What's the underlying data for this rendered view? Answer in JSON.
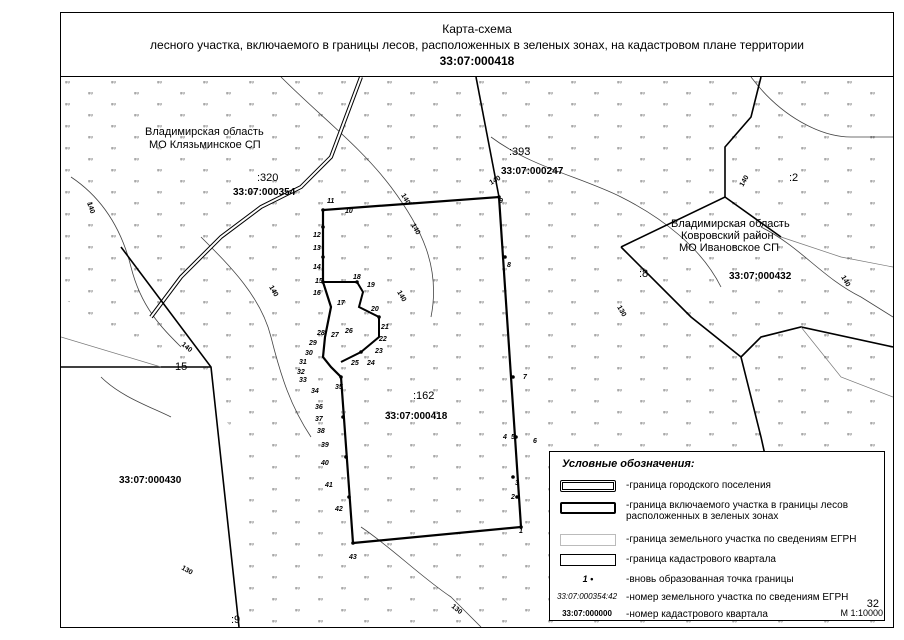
{
  "title": {
    "line1": "Карта-схема",
    "line2": "лесного участка, включаемого в границы лесов, расположенных в зеленых зонах, на кадастровом плане территории",
    "line3": "33:07:000418"
  },
  "map": {
    "region_labels": [
      {
        "line1": "Владимирская область",
        "line2": "МО Клязьминское СП"
      },
      {
        "line1": "Владимирская область",
        "line2": "Ковровский район",
        "line3": "МО Ивановское СП"
      }
    ],
    "parcels": [
      {
        "num": ":320",
        "quarter": "33:07:000354"
      },
      {
        "num": ":393",
        "quarter": "33:07:000247"
      },
      {
        "num": ":8",
        "quarter": "33:07:000432"
      },
      {
        "num": ":162",
        "quarter": "33:07:000418"
      },
      {
        "num": "",
        "quarter": "33:07:000430"
      }
    ],
    "other_labels": [
      ":2",
      "15",
      ":9"
    ],
    "contours": [
      "140",
      "140",
      "140",
      "140",
      "140",
      "130",
      "140",
      "140",
      "130",
      "140",
      "130",
      "140"
    ],
    "points": [
      "1",
      "2",
      "3",
      "4",
      "5",
      "6",
      "7",
      "8",
      "9",
      "10",
      "11",
      "12",
      "13",
      "14",
      "15",
      "16",
      "17",
      "18",
      "19",
      "20",
      "21",
      "22",
      "23",
      "24",
      "25",
      "26",
      "27",
      "28",
      "29",
      "30",
      "31",
      "32",
      "33",
      "34",
      "35",
      "36",
      "37",
      "38",
      "39",
      "40",
      "41",
      "42",
      "43"
    ]
  },
  "legend": {
    "heading": "Условные обозначения:",
    "items": [
      {
        "text": "-граница городского поселения"
      },
      {
        "text": "-граница включаемого участка в границы лесов расположенных в зеленых зонах"
      },
      {
        "text": "-граница земельного участка по сведениям ЕГРН"
      },
      {
        "text": "-граница кадастрового квартала"
      },
      {
        "symbol_text": "1 •",
        "text": "-вновь образованная точка границы"
      },
      {
        "symbol_text": "33:07:000354:42",
        "text": "-номер земельного участка по сведениям ЕГРН"
      },
      {
        "symbol_text": "33:07:000000",
        "text": "-номер кадастрового квартала"
      }
    ]
  },
  "scale": "М 1:10000",
  "page_number": "32"
}
